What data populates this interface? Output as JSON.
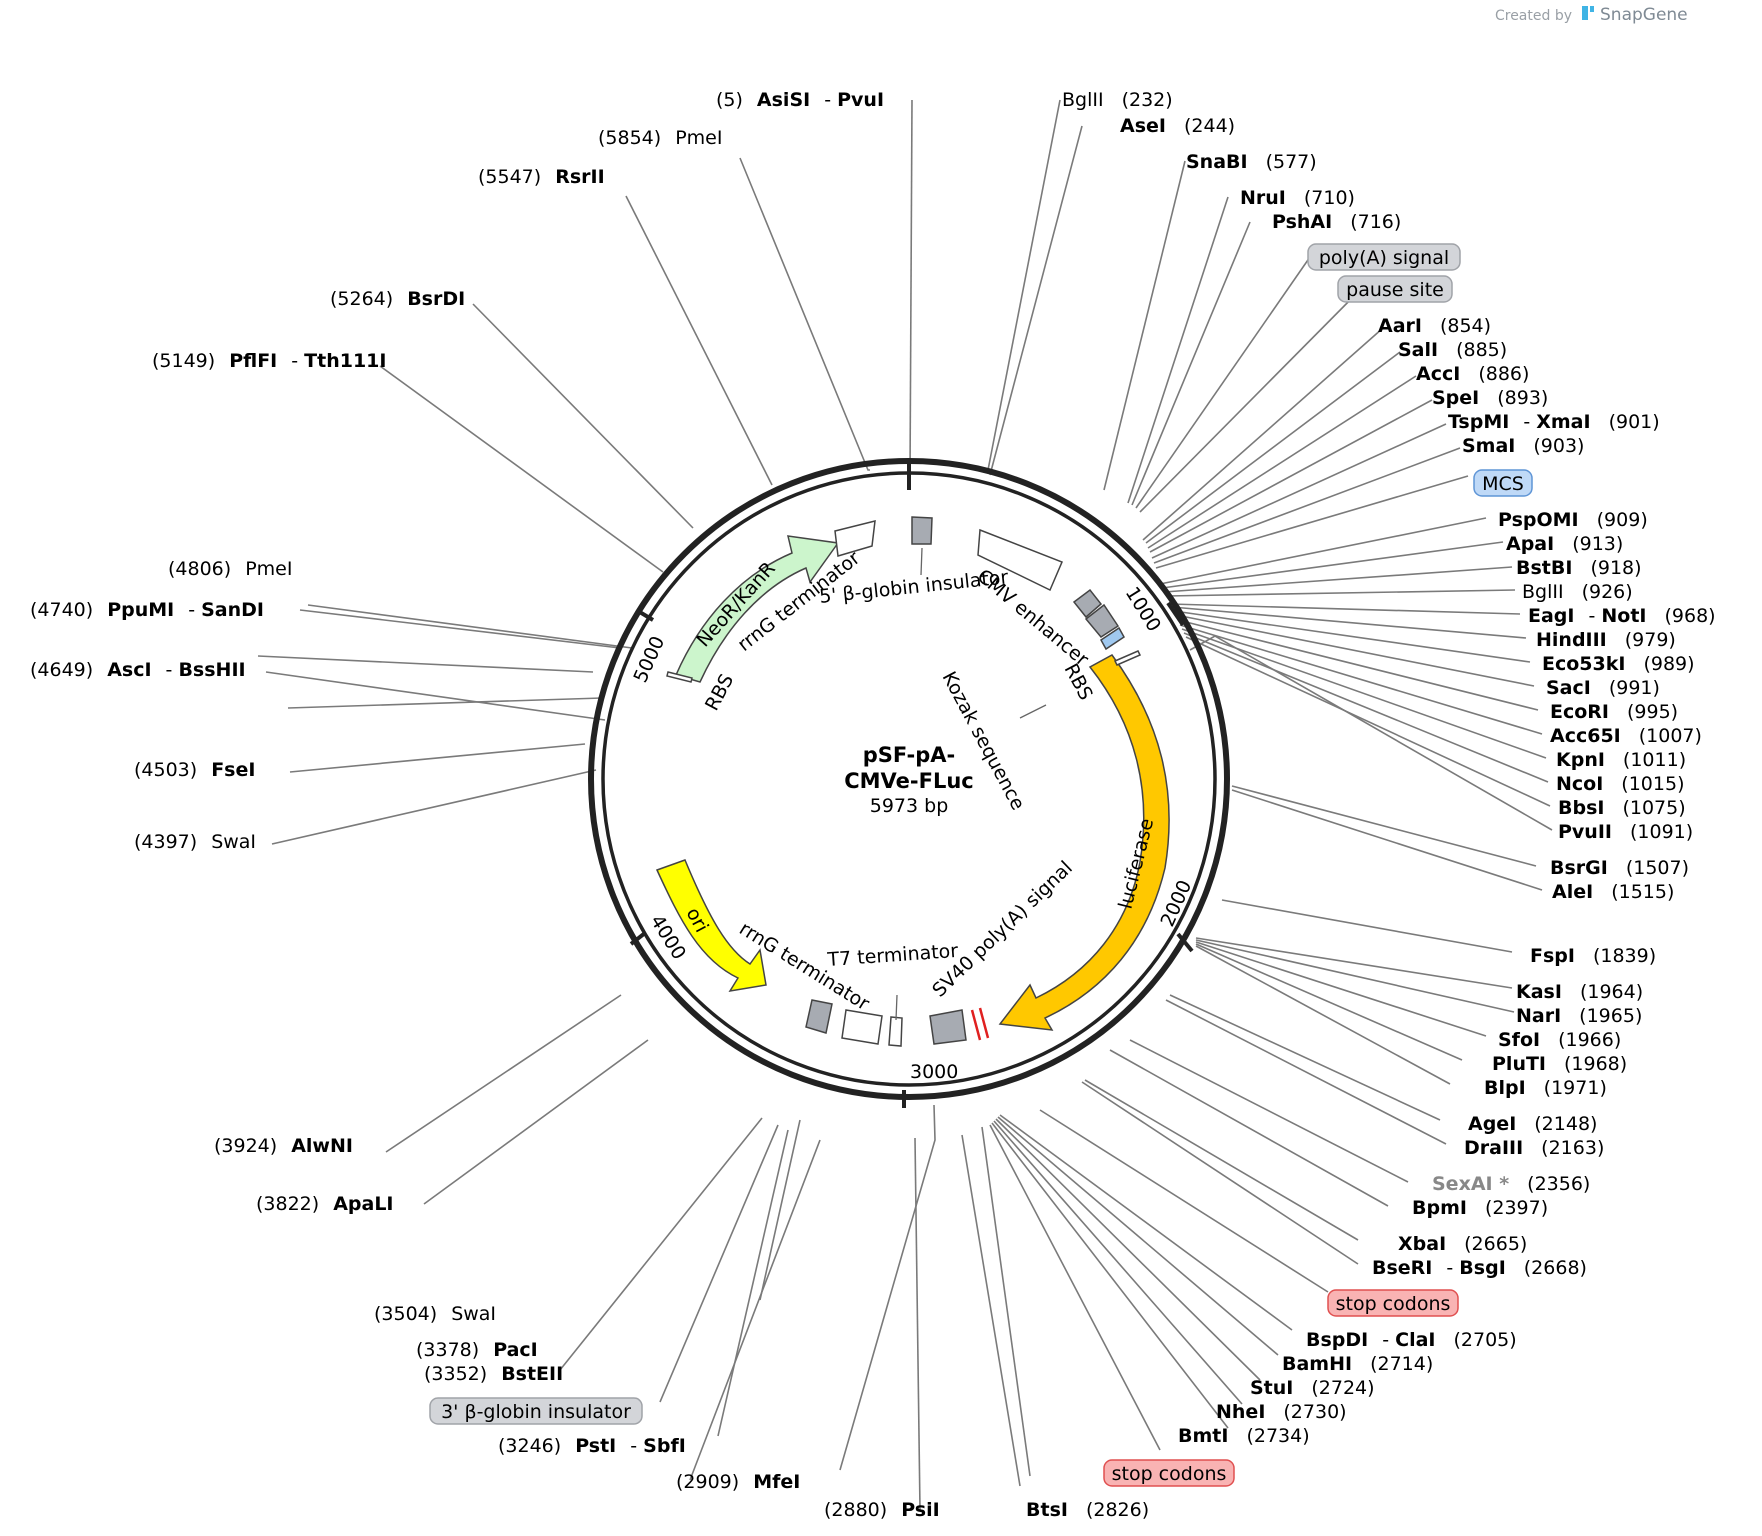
{
  "credit": {
    "created_by": "Created by",
    "brand": "SnapGene"
  },
  "plasmid": {
    "name_line1": "pSF-pA-",
    "name_line2": "CMVe-FLuc",
    "size": "5973 bp"
  },
  "ticks": [
    "1000",
    "2000",
    "3000",
    "4000",
    "5000"
  ],
  "features": [
    {
      "id": "neor",
      "label": "NeoR/KanR",
      "color": "#ccf5cc"
    },
    {
      "id": "ori",
      "label": "ori",
      "color": "#ffff00"
    },
    {
      "id": "luciferase",
      "label": "luciferase",
      "color": "#ffc800"
    },
    {
      "id": "rbs1",
      "label": "RBS"
    },
    {
      "id": "rbs2",
      "label": "RBS"
    },
    {
      "id": "rrng1",
      "label": "rrnG terminator"
    },
    {
      "id": "rrng2",
      "label": "rrnG terminator"
    },
    {
      "id": "globin5",
      "label": "5' β-globin insulator"
    },
    {
      "id": "cmv",
      "label": "CMV enhancer"
    },
    {
      "id": "kozak",
      "label": "Kozak sequence"
    },
    {
      "id": "t7",
      "label": "T7 terminator"
    },
    {
      "id": "sv40",
      "label": "SV40 poly(A) signal"
    }
  ],
  "boxed": [
    {
      "id": "polya",
      "text": "poly(A) signal",
      "fill": "#d3d5d9",
      "stroke": "#a0a3a8"
    },
    {
      "id": "pause",
      "text": "pause site",
      "fill": "#d3d5d9",
      "stroke": "#a0a3a8"
    },
    {
      "id": "mcs",
      "text": "MCS",
      "fill": "#bfd9f7",
      "stroke": "#5f95d6"
    },
    {
      "id": "stop1",
      "text": "stop codons",
      "fill": "#f9b3b3",
      "stroke": "#e05050"
    },
    {
      "id": "stop2",
      "text": "stop codons",
      "fill": "#f9b3b3",
      "stroke": "#e05050"
    },
    {
      "id": "globin3",
      "text": "3' β-globin insulator",
      "fill": "#d3d5d9",
      "stroke": "#a0a3a8"
    }
  ],
  "sites_right": [
    {
      "id": "bglii232",
      "name": "BglII",
      "pos": "(232)",
      "bold": false
    },
    {
      "id": "asei",
      "name": "AseI",
      "pos": "(244)",
      "bold": true
    },
    {
      "id": "snabi",
      "name": "SnaBI",
      "pos": "(577)",
      "bold": true
    },
    {
      "id": "nrui",
      "name": "NruI",
      "pos": "(710)",
      "bold": true
    },
    {
      "id": "pshai",
      "name": "PshAI",
      "pos": "(716)",
      "bold": true
    },
    {
      "id": "aari",
      "name": "AarI",
      "pos": "(854)",
      "bold": true
    },
    {
      "id": "sali",
      "name": "SalI",
      "pos": "(885)",
      "bold": true
    },
    {
      "id": "acci",
      "name": "AccI",
      "pos": "(886)",
      "bold": true
    },
    {
      "id": "spei",
      "name": "SpeI",
      "pos": "(893)",
      "bold": true
    },
    {
      "id": "tspmi",
      "name": "TspMI",
      "name2": "XmaI",
      "pos": "(901)",
      "bold": true
    },
    {
      "id": "smai",
      "name": "SmaI",
      "pos": "(903)",
      "bold": true
    },
    {
      "id": "pspomi",
      "name": "PspOMI",
      "pos": "(909)",
      "bold": true
    },
    {
      "id": "apai",
      "name": "ApaI",
      "pos": "(913)",
      "bold": true
    },
    {
      "id": "bstbi",
      "name": "BstBI",
      "pos": "(918)",
      "bold": true
    },
    {
      "id": "bglii926",
      "name": "BglII",
      "pos": "(926)",
      "bold": false
    },
    {
      "id": "eagi",
      "name": "EagI",
      "name2": "NotI",
      "pos": "(968)",
      "bold": true
    },
    {
      "id": "hindiii",
      "name": "HindIII",
      "pos": "(979)",
      "bold": true
    },
    {
      "id": "eco53ki",
      "name": "Eco53kI",
      "pos": "(989)",
      "bold": true
    },
    {
      "id": "saci",
      "name": "SacI",
      "pos": "(991)",
      "bold": true
    },
    {
      "id": "ecori",
      "name": "EcoRI",
      "pos": "(995)",
      "bold": true
    },
    {
      "id": "acc65i",
      "name": "Acc65I",
      "pos": "(1007)",
      "bold": true
    },
    {
      "id": "kpni",
      "name": "KpnI",
      "pos": "(1011)",
      "bold": true
    },
    {
      "id": "ncoi",
      "name": "NcoI",
      "pos": "(1015)",
      "bold": true
    },
    {
      "id": "bbsi",
      "name": "BbsI",
      "pos": "(1075)",
      "bold": true
    },
    {
      "id": "pvuii",
      "name": "PvuII",
      "pos": "(1091)",
      "bold": true
    },
    {
      "id": "bsrgi",
      "name": "BsrGI",
      "pos": "(1507)",
      "bold": true
    },
    {
      "id": "alei",
      "name": "AleI",
      "pos": "(1515)",
      "bold": true
    },
    {
      "id": "fspi",
      "name": "FspI",
      "pos": "(1839)",
      "bold": true
    },
    {
      "id": "kasi",
      "name": "KasI",
      "pos": "(1964)",
      "bold": true
    },
    {
      "id": "nari",
      "name": "NarI",
      "pos": "(1965)",
      "bold": true
    },
    {
      "id": "sfoi",
      "name": "SfoI",
      "pos": "(1966)",
      "bold": true
    },
    {
      "id": "pluti",
      "name": "PluTI",
      "pos": "(1968)",
      "bold": true
    },
    {
      "id": "blpi",
      "name": "BlpI",
      "pos": "(1971)",
      "bold": true
    },
    {
      "id": "agei",
      "name": "AgeI",
      "pos": "(2148)",
      "bold": true
    },
    {
      "id": "draiii",
      "name": "DraIII",
      "pos": "(2163)",
      "bold": true
    },
    {
      "id": "sexai",
      "name": "SexAI *",
      "pos": "(2356)",
      "bold": true,
      "grey": true
    },
    {
      "id": "bpmi",
      "name": "BpmI",
      "pos": "(2397)",
      "bold": true
    },
    {
      "id": "xbai",
      "name": "XbaI",
      "pos": "(2665)",
      "bold": true
    },
    {
      "id": "beri",
      "name": "BseRI",
      "name2": "BsgI",
      "pos": "(2668)",
      "bold": true
    },
    {
      "id": "bspdi",
      "name": "BspDI",
      "name2": "ClaI",
      "pos": "(2705)",
      "bold": true
    },
    {
      "id": "bamhi",
      "name": "BamHI",
      "pos": "(2714)",
      "bold": true
    },
    {
      "id": "stui",
      "name": "StuI",
      "pos": "(2724)",
      "bold": true
    },
    {
      "id": "nhei",
      "name": "NheI",
      "pos": "(2730)",
      "bold": true
    },
    {
      "id": "bmti",
      "name": "BmtI",
      "pos": "(2734)",
      "bold": true
    },
    {
      "id": "btsi",
      "name": "BtsI",
      "pos": "(2826)",
      "bold": true
    }
  ],
  "sites_left": [
    {
      "id": "asisi",
      "name": "AsiSI",
      "name2": "PvuI",
      "pos": "(5)",
      "bold": true
    },
    {
      "id": "pmei5854",
      "name": "PmeI",
      "pos": "(5854)",
      "bold": false
    },
    {
      "id": "rsrii",
      "name": "RsrII",
      "pos": "(5547)",
      "bold": true
    },
    {
      "id": "bsrdi",
      "name": "BsrDI",
      "pos": "(5264)",
      "bold": true
    },
    {
      "id": "pflfi",
      "name": "PflFI",
      "name2": "Tth111I",
      "pos": "(5149)",
      "bold": true
    },
    {
      "id": "pmei4806",
      "name": "PmeI",
      "pos": "(4806)",
      "bold": false
    },
    {
      "id": "ppumi",
      "name": "PpuMI",
      "name2": "SanDI",
      "pos": "(4740)",
      "bold": true
    },
    {
      "id": "asci",
      "name": "AscI",
      "name2": "BssHII",
      "pos": "(4649)",
      "bold": true
    },
    {
      "id": "fsei",
      "name": "FseI",
      "pos": "(4503)",
      "bold": true
    },
    {
      "id": "swai4397",
      "name": "SwaI",
      "pos": "(4397)",
      "bold": false
    },
    {
      "id": "alwni",
      "name": "AlwNI",
      "pos": "(3924)",
      "bold": true
    },
    {
      "id": "apali",
      "name": "ApaLI",
      "pos": "(3822)",
      "bold": true
    },
    {
      "id": "swai3504",
      "name": "SwaI",
      "pos": "(3504)",
      "bold": false
    },
    {
      "id": "paci",
      "name": "PacI",
      "pos": "(3378)",
      "bold": true
    },
    {
      "id": "bsteii",
      "name": "BstEII",
      "pos": "(3352)",
      "bold": true
    },
    {
      "id": "psti",
      "name": "PstI",
      "name2": "SbfI",
      "pos": "(3246)",
      "bold": true
    },
    {
      "id": "mfei",
      "name": "MfeI",
      "pos": "(2909)",
      "bold": true
    },
    {
      "id": "psii",
      "name": "PsiI",
      "pos": "(2880)",
      "bold": true
    }
  ]
}
